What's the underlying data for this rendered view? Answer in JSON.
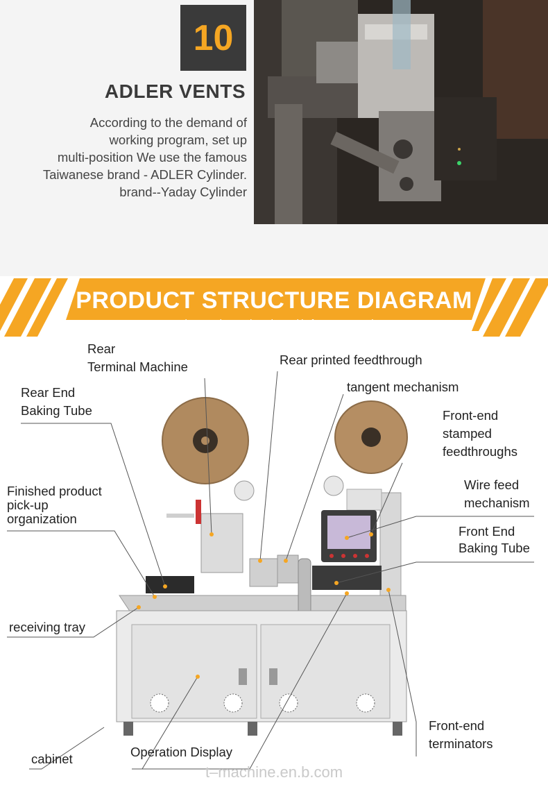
{
  "feature": {
    "number": "10",
    "title": "ADLER VENTS",
    "description_lines": [
      "According to the demand of",
      "working program, set up",
      "multi-position We use the famous",
      "Taiwanese brand - ADLER Cylinder.",
      "brand--Yaday Cylinder"
    ]
  },
  "banner": {
    "title": "PRODUCT STRUCTURE DIAGRAM",
    "subtitle": "A good product in detail for you Listen"
  },
  "labels": {
    "rear_terminal_1": "Rear",
    "rear_terminal_2": "Terminal Machine",
    "rear_printed": "Rear printed feedthrough",
    "rear_baking_1": "Rear End",
    "rear_baking_2": "Baking Tube",
    "tangent": "tangent mechanism",
    "front_stamped_1": "Front-end",
    "front_stamped_2": "stamped",
    "front_stamped_3": "feedthroughs",
    "finished_1": "Finished product",
    "finished_2": "pick-up",
    "finished_3": "organization",
    "wire_feed_1": "Wire feed",
    "wire_feed_2": "mechanism",
    "front_baking_1": "Front End",
    "front_baking_2": "Baking Tube",
    "receiving_tray": "receiving tray",
    "front_terminators_1": "Front-end",
    "front_terminators_2": "terminators",
    "cabinet": "cabinet",
    "operation_display": "Operation Display"
  },
  "footer": "t–machine.en.b.com",
  "colors": {
    "accent": "#f5a623",
    "dark": "#3a3a3a",
    "leader": "#555555"
  }
}
